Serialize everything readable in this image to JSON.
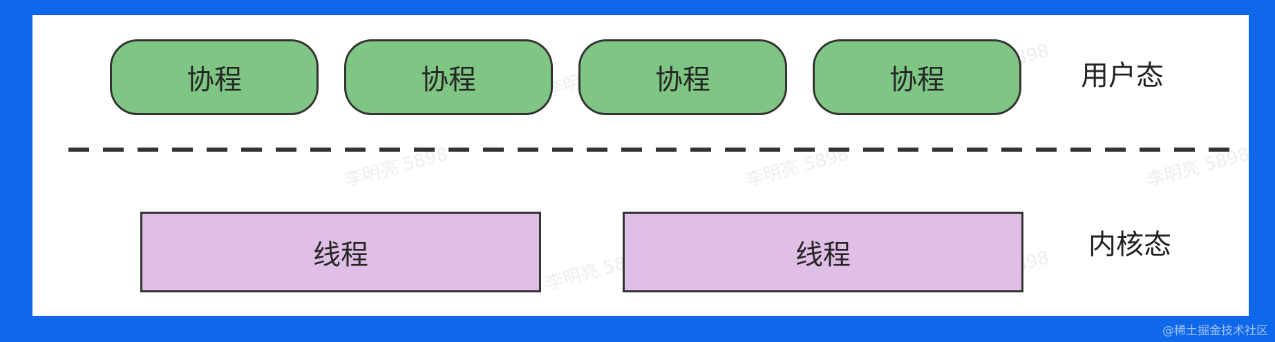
{
  "colors": {
    "background": "#0f67ea",
    "panel": "#ffffff",
    "coroutine_fill": "#7fc583",
    "thread_fill": "#e0bfe6",
    "stroke": "#333333"
  },
  "user_space": {
    "label": "用户态",
    "coroutines": [
      "协程",
      "协程",
      "协程",
      "协程"
    ]
  },
  "kernel_space": {
    "label": "内核态",
    "threads": [
      "线程",
      "线程"
    ]
  },
  "watermark": "李明亮 5898",
  "footer": "@稀土掘金技术社区"
}
